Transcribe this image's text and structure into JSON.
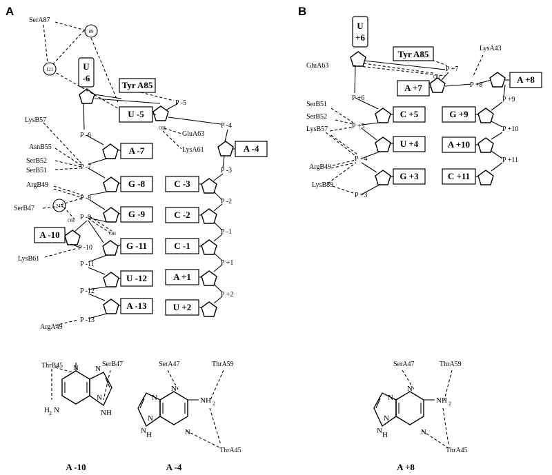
{
  "panels": {
    "a": "A",
    "b": "B"
  },
  "panel_a": {
    "residues": [
      "SerA87",
      "LysB57",
      "AsnB55",
      "SerB52",
      "SerB51",
      "ArgB49",
      "SerB47",
      "LysB61",
      "ArgA49",
      "GluA63",
      "LysA61",
      "Tyr A85"
    ],
    "circled": [
      "89",
      "121",
      "244"
    ],
    "bases": [
      "U\n-6",
      "U -5",
      "A -7",
      "G -8",
      "G -9",
      "A -10",
      "G -11",
      "U -12",
      "A -13",
      "A -4",
      "C -3",
      "C -2",
      "C -1",
      "A +1",
      "U +2"
    ],
    "phosphates": [
      "P -5",
      "P -6",
      "P -7",
      "P -8",
      "P -9",
      "P -10",
      "P -11",
      "P -12",
      "P -13",
      "P -4",
      "P -3",
      "P -2",
      "P -1",
      "P +1",
      "P +2"
    ],
    "oh": [
      "OH",
      "OH",
      "OH"
    ]
  },
  "panel_b": {
    "residues": [
      "GluA63",
      "LysA43",
      "SerB51",
      "SerB52",
      "LysB57",
      "ArgB49",
      "LysB89",
      "Tyr A85"
    ],
    "bases": [
      "U\n+6",
      "A +7",
      "A +8",
      "C +5",
      "U +4",
      "G +3",
      "G +9",
      "A +10",
      "C +11"
    ],
    "phosphates": [
      "P +7",
      "P +8",
      "P +6",
      "P +5",
      "P +4",
      "P +3",
      "P +9",
      "P +10",
      "P +11"
    ],
    "oh": [
      "OH"
    ]
  },
  "structures": [
    {
      "caption": "A -10",
      "labels": [
        "ThrB45",
        "SerB47"
      ],
      "atoms": [
        "H",
        "2",
        "N",
        "N",
        "N",
        "N",
        "N",
        "H"
      ]
    },
    {
      "caption": "A -4",
      "labels": [
        "SerA47",
        "ThrA59",
        "ThrA45"
      ],
      "atoms": [
        "N",
        "N",
        "N",
        "N",
        "N",
        "H",
        "NH",
        "2"
      ]
    },
    {
      "caption": "A +8",
      "labels": [
        "SerA47",
        "ThrA59",
        "ThrA45"
      ],
      "atoms": [
        "N",
        "N",
        "N",
        "N",
        "N",
        "H",
        "NH",
        "2"
      ]
    }
  ]
}
